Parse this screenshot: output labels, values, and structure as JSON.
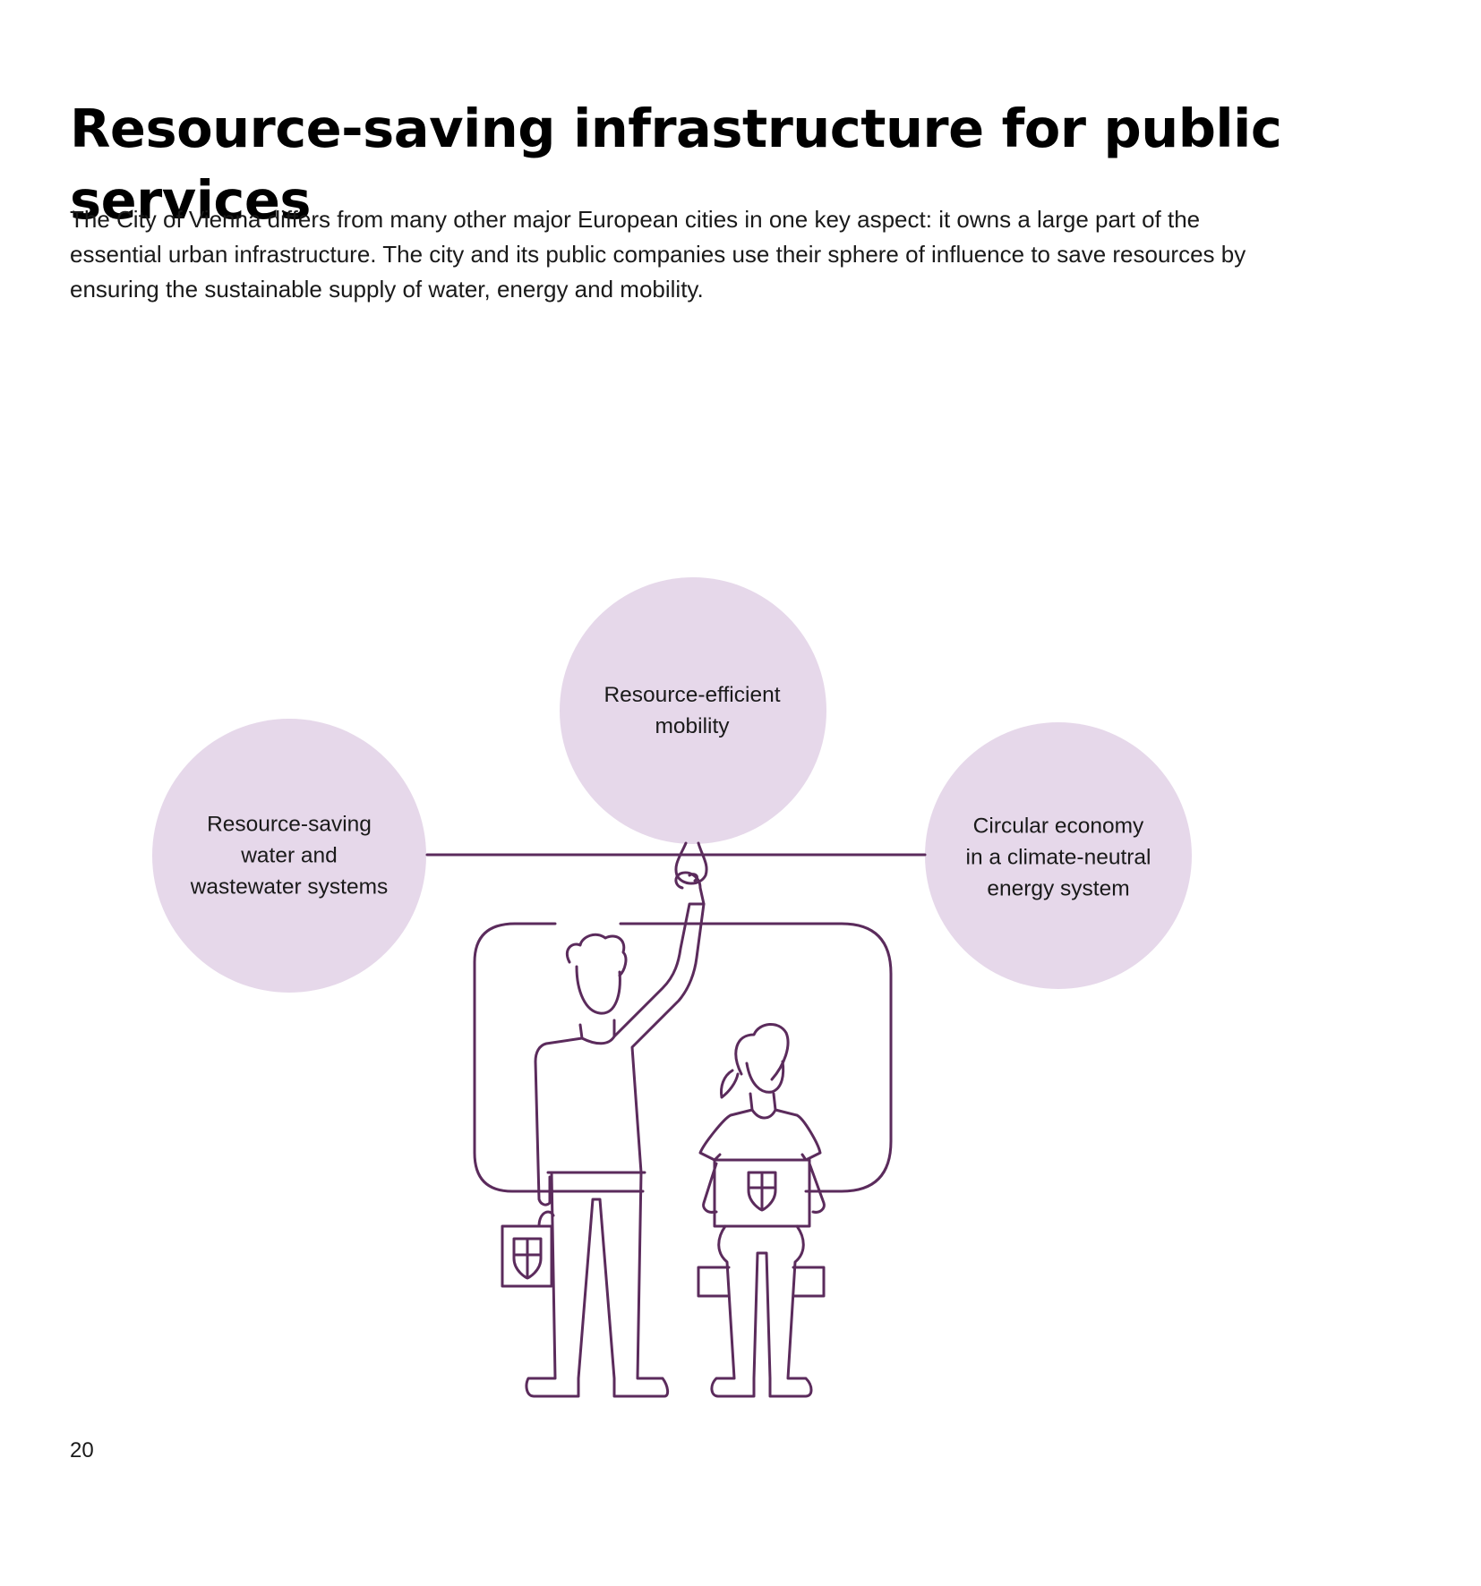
{
  "page": {
    "title": "Resource-saving infrastructure for public services",
    "intro": "The City of Vienna differs from many other major European cities in one key aspect: it owns a large part of the essential urban infrastructure. The city and its public companies use their sphere of influence to save resources by ensuring the sustainable supply of water, energy and mobility.",
    "page_number": "20"
  },
  "diagram": {
    "circles": [
      {
        "label": "Resource-saving\nwater and\nwastewater systems"
      },
      {
        "label": "Resource-efficient\nmobility"
      },
      {
        "label": "Circular economy\nin a climate-neutral\nenergy system"
      }
    ]
  },
  "colors": {
    "circle_fill": "#e6d8ea",
    "line": "#5b2b5c",
    "text": "#1a1a1a"
  }
}
